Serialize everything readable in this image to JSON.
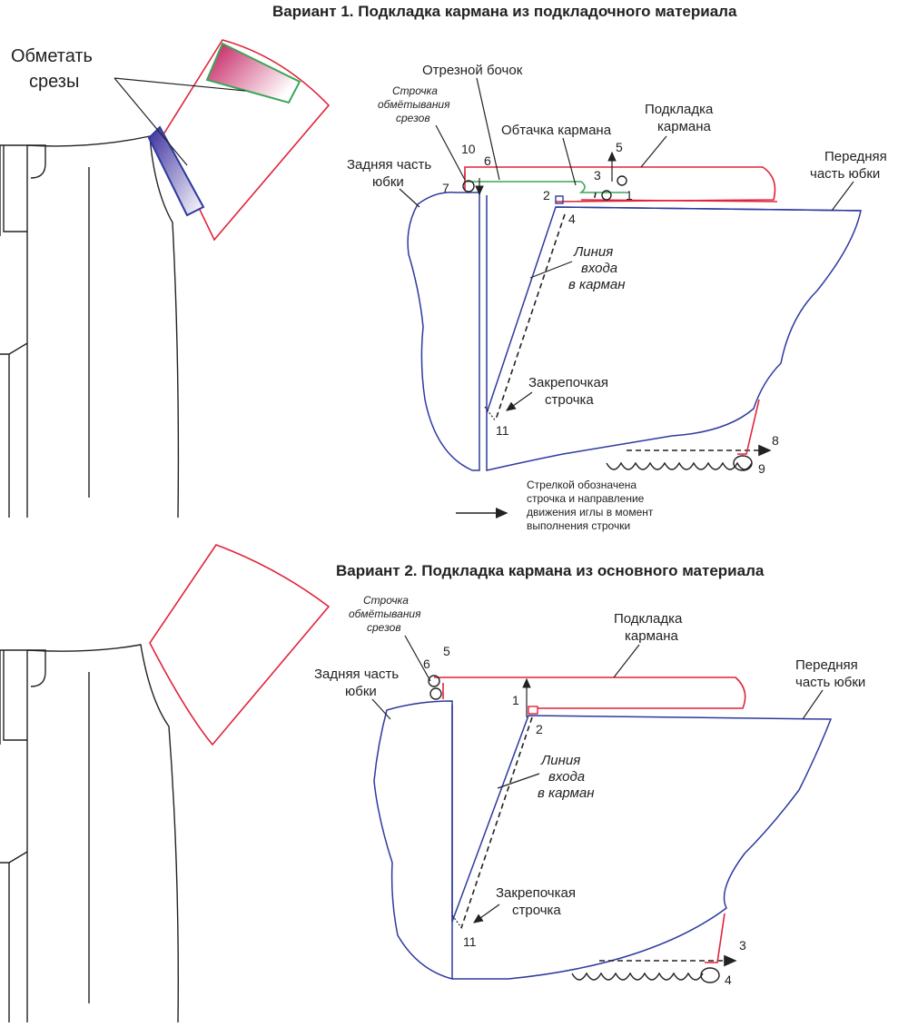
{
  "variant1": {
    "title": "Вариант 1. Подкладка кармана из подкладочного материала",
    "overcast_note_line1": "Обметать",
    "overcast_note_line2": "срезы",
    "label_side_panel": "Отрезной бочок",
    "label_overcast_stitch_line1": "Строчка",
    "label_overcast_stitch_line2": "обмётывания",
    "label_overcast_stitch_line3": "срезов",
    "label_pocket_facing": "Обтачка кармана",
    "label_pocket_lining_line1": "Подкладка",
    "label_pocket_lining_line2": "кармана",
    "label_back_line1": "Задняя часть",
    "label_back_line2": "юбки",
    "label_front_line1": "Передняя",
    "label_front_line2": "часть юбки",
    "label_entry_line1": "Линия",
    "label_entry_line2": "входа",
    "label_entry_line3": "в карман",
    "label_bartack_line1": "Закрепочкая",
    "label_bartack_line2": "строчка",
    "numbers": [
      "1",
      "2",
      "3",
      "4",
      "5",
      "6",
      "7",
      "8",
      "9",
      "10",
      "11"
    ]
  },
  "legend": {
    "line1": "Стрелкой обозначена",
    "line2": "строчка и направление",
    "line3": "движения иглы в момент",
    "line4": "выполнения строчки"
  },
  "variant2": {
    "title": "Вариант 2. Подкладка кармана из основного материала",
    "label_overcast_stitch_line1": "Строчка",
    "label_overcast_stitch_line2": "обмётывания",
    "label_overcast_stitch_line3": "срезов",
    "label_pocket_lining_line1": "Подкладка",
    "label_pocket_lining_line2": "кармана",
    "label_back_line1": "Задняя часть",
    "label_back_line2": "юбки",
    "label_front_line1": "Передняя",
    "label_front_line2": "часть юбки",
    "label_entry_line1": "Линия",
    "label_entry_line2": "входа",
    "label_entry_line3": "в карман",
    "label_bartack_line1": "Закрепочкая",
    "label_bartack_line2": "строчка",
    "numbers": [
      "1",
      "2",
      "3",
      "4",
      "5",
      "6",
      "11"
    ]
  },
  "colors": {
    "outline": "#222222",
    "skirt_blue": "#2d3a9e",
    "lining_red": "#e0243a",
    "facing_green": "#3aa657",
    "fill_magenta": "#c2185b",
    "fill_purple": "#3b2f9e"
  }
}
